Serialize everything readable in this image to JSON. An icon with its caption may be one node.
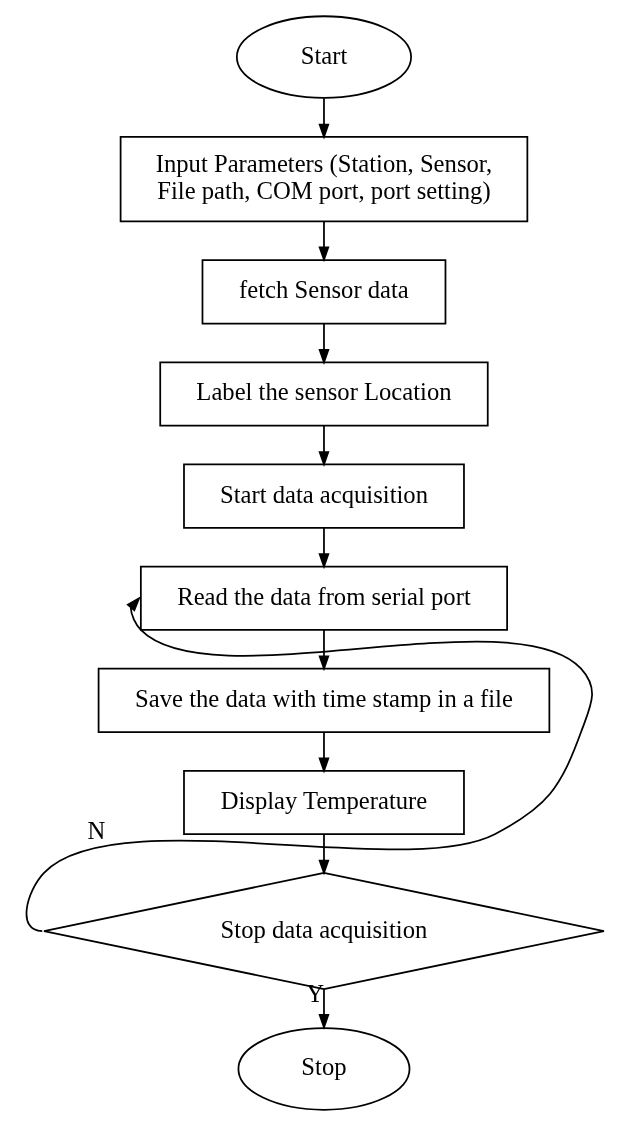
{
  "diagram": {
    "nodes": [
      {
        "text": [
          "Start"
        ]
      },
      {
        "text": [
          "Input Parameters (Station, Sensor, File path, COM port, port setting)"
        ]
      },
      {
        "text": [
          "fetch Sensor data"
        ]
      },
      {
        "text": [
          "Label the sensor Location"
        ]
      },
      {
        "text": [
          "Start data acquisition"
        ]
      },
      {
        "text": [
          "Read the data from serial port"
        ]
      },
      {
        "text": [
          "Save the data with time stamp in a file"
        ]
      },
      {
        "text": [
          "Display Temperature"
        ]
      },
      {
        "text": [
          "Stop data acquisition"
        ]
      },
      {
        "text": [
          "Stop"
        ]
      }
    ],
    "edges": [
      {
        "from": 0,
        "to": 1,
        "arrow": "to"
      },
      {
        "from": 1,
        "to": 2,
        "arrow": "to"
      },
      {
        "from": 2,
        "to": 3,
        "arrow": "to"
      },
      {
        "from": 3,
        "to": 4,
        "arrow": "to"
      },
      {
        "from": 4,
        "to": 5,
        "arrow": "to"
      },
      {
        "from": 5,
        "to": 6,
        "arrow": "to"
      },
      {
        "from": 6,
        "to": 7,
        "arrow": "to"
      },
      {
        "from": 7,
        "to": 8,
        "arrow": "to"
      },
      {
        "from": 8,
        "to": 5,
        "arrow": "to",
        "label": "N"
      },
      {
        "from": 8,
        "to": 9,
        "arrow": "to",
        "label": "Y"
      }
    ]
  }
}
